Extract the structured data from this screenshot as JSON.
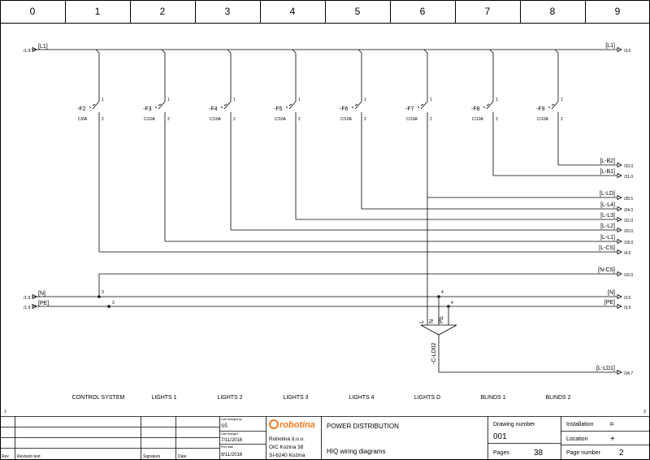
{
  "columns": [
    "0",
    "1",
    "2",
    "3",
    "4",
    "5",
    "6",
    "7",
    "8",
    "9"
  ],
  "left_refs": {
    "l1": "/1.9",
    "n": "/1.9",
    "pe": "/1.9"
  },
  "buses": {
    "l1": "[L1]",
    "n": "[N]",
    "pe": "[PE]"
  },
  "breakers": [
    {
      "name": "-F2",
      "rating": "C/6A"
    },
    {
      "name": "-F3",
      "rating": "C/10A"
    },
    {
      "name": "-F4",
      "rating": "C/10A"
    },
    {
      "name": "-F5",
      "rating": "C/10A"
    },
    {
      "name": "-F6",
      "rating": "C/10A"
    },
    {
      "name": "-F7",
      "rating": "C/10A"
    },
    {
      "name": "-F8",
      "rating": "C/10A"
    },
    {
      "name": "-F9",
      "rating": "C/10A"
    }
  ],
  "pins": {
    "one": "1",
    "two": "2",
    "three": "3",
    "four": "4"
  },
  "right_outputs": [
    {
      "label": "[L1]",
      "ref": "/3.0"
    },
    {
      "label": "[L-B2]",
      "ref": "/33.0"
    },
    {
      "label": "[L-B1]",
      "ref": "/31.0"
    },
    {
      "label": "[L-LD]",
      "ref": "/28.5"
    },
    {
      "label": "[L-L4]",
      "ref": "/24.0"
    },
    {
      "label": "[L-L3]",
      "ref": "/22.0"
    },
    {
      "label": "[L-L2]",
      "ref": "/20.0"
    },
    {
      "label": "[L-L1]",
      "ref": "/18.0"
    },
    {
      "label": "[L-CS]",
      "ref": "/4.0"
    },
    {
      "label": "[N-CS]",
      "ref": "/16.0"
    },
    {
      "label": "[N]",
      "ref": "/3.0"
    },
    {
      "label": "[PE]",
      "ref": "/3.0"
    },
    {
      "label": "[L-LD1]",
      "ref": "/34.7"
    }
  ],
  "cable": {
    "name": "-C-LD02",
    "cores": [
      "L",
      "N",
      "PE"
    ]
  },
  "circuits": [
    "CONTROL SYSTEM",
    "LIGHTS 1",
    "LIGHTS 2",
    "LIGHTS 3",
    "LIGHTS 4",
    "LIGHTS D",
    "BLINDS 1",
    "BLINDS 2"
  ],
  "margin_marks": {
    "left": "1",
    "right": "3"
  },
  "title_block": {
    "rev": "Rev",
    "revision_text": "Revision text",
    "signature": "Signature",
    "date": "Date",
    "last_changed_by_label": "Last changed by",
    "last_changed_by": "SŠ",
    "last_changed_label": "Last changed",
    "last_changed": "7/11/2016",
    "print_date_label": "Print date",
    "print_date": "9/11/2016",
    "logo_text": "robotina",
    "company": "Robotina d.o.o.",
    "address1": "OIC Kozina 38",
    "address2": "SI-6240 Kozina",
    "title": "POWER DISTRIBUTION",
    "subtitle": "HIQ wiring diagrams",
    "drawing_number_label": "Drawing number",
    "drawing_number": "001",
    "pages_label": "Pages",
    "pages": "38",
    "installation_label": "Installation",
    "installation": "=",
    "location_label": "Location",
    "location": "+",
    "page_number_label": "Page number",
    "page_number": "2"
  }
}
